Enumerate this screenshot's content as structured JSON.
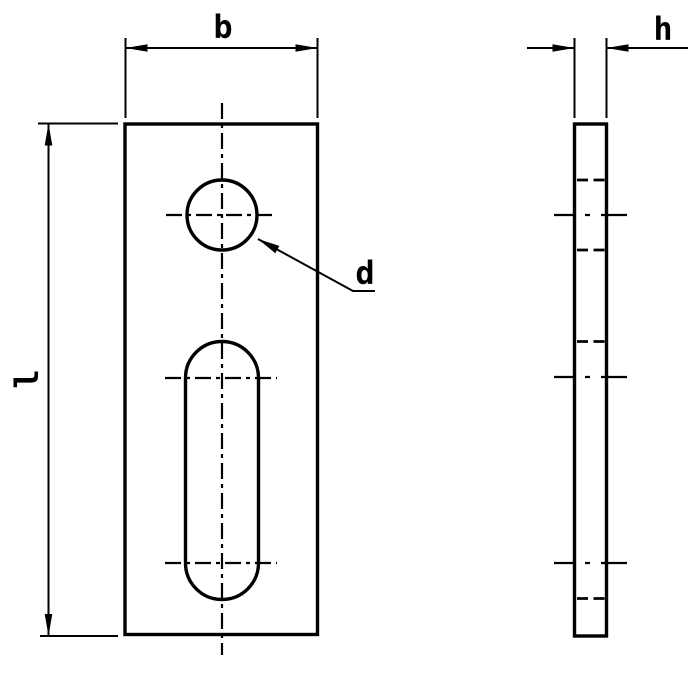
{
  "dimensions": {
    "width_label": "b",
    "length_label": "l",
    "diameter_label": "d",
    "thickness_label": "h"
  },
  "colors": {
    "line": "#000000",
    "background": "#ffffff"
  }
}
